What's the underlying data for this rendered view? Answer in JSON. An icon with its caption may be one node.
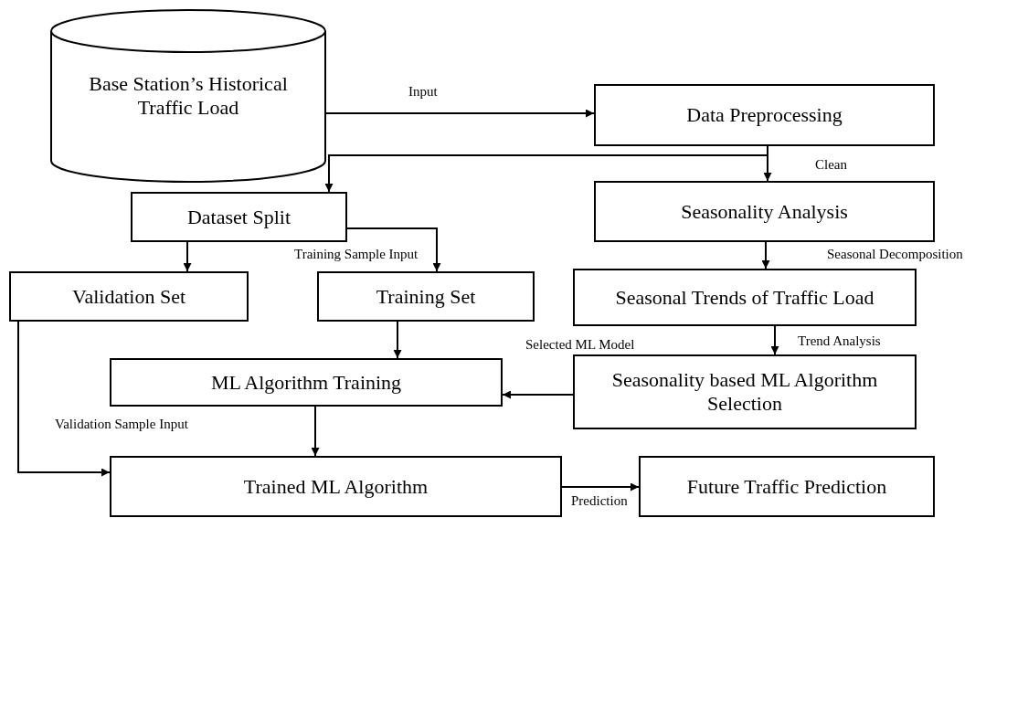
{
  "diagram": {
    "nodes": [
      {
        "text": [
          "Base Station’s Historical Traffic Load"
        ]
      },
      {
        "text": [
          "Data Preprocessing"
        ]
      },
      {
        "text": [
          "Seasonality Analysis"
        ]
      },
      {
        "text": [
          "Dataset Split"
        ]
      },
      {
        "text": [
          "Validation Set"
        ]
      },
      {
        "text": [
          "Training Set"
        ]
      },
      {
        "text": [
          "Seasonal Trends of Traffic Load"
        ]
      },
      {
        "text": [
          "ML Algorithm Training"
        ]
      },
      {
        "text": [
          "Seasonality based ML Algorithm Selection"
        ]
      },
      {
        "text": [
          "Trained ML Algorithm"
        ]
      },
      {
        "text": [
          "Future Traffic Prediction"
        ]
      }
    ],
    "edges": [
      {
        "from": 0,
        "to": 1,
        "arrow": "to",
        "label": "Input"
      },
      {
        "from": 1,
        "to": 2,
        "arrow": "to",
        "label": "Clean"
      },
      {
        "from": 1,
        "to": 3,
        "arrow": "to"
      },
      {
        "from": 2,
        "to": 6,
        "arrow": "to",
        "label": "Seasonal Decomposition"
      },
      {
        "from": 3,
        "to": 4,
        "arrow": "to"
      },
      {
        "from": 3,
        "to": 5,
        "arrow": "to",
        "label": "Training Sample Input"
      },
      {
        "from": 6,
        "to": 8,
        "arrow": "to",
        "label": "Trend Analysis"
      },
      {
        "from": 5,
        "to": 7,
        "arrow": "to"
      },
      {
        "from": 8,
        "to": 7,
        "arrow": "to",
        "label": "Selected ML Model"
      },
      {
        "from": 4,
        "to": 9,
        "arrow": "to",
        "label": "Validation Sample Input"
      },
      {
        "from": 7,
        "to": 9,
        "arrow": "to"
      },
      {
        "from": 9,
        "to": 10,
        "arrow": "to",
        "label": "Prediction"
      }
    ]
  }
}
